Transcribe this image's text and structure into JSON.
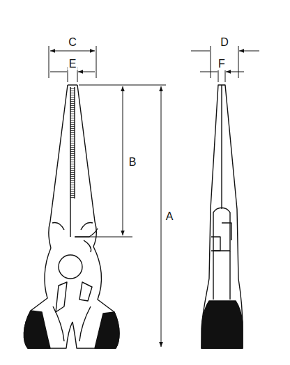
{
  "diagram": {
    "labels": [
      "C",
      "D",
      "E",
      "F",
      "B",
      "A"
    ]
  }
}
